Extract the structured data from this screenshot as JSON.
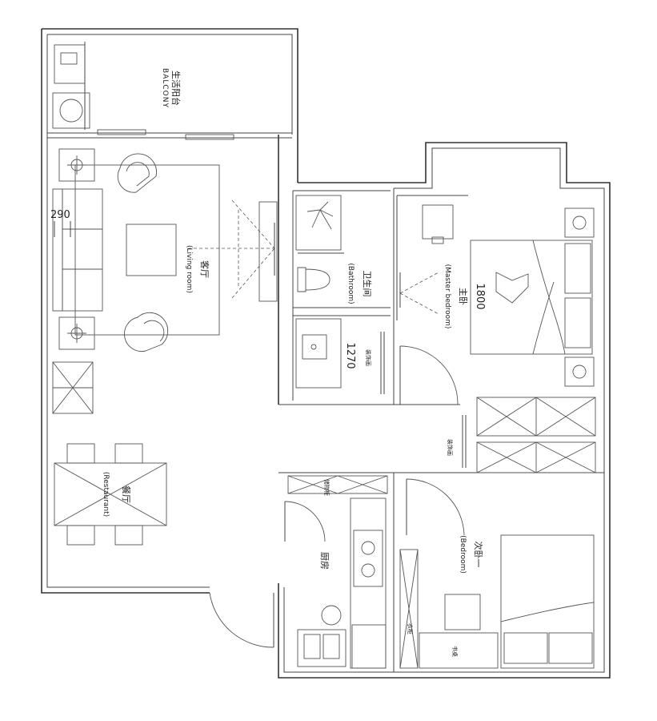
{
  "rooms": {
    "balcony": {
      "name": "生活阳台",
      "name_en": "BALCONY"
    },
    "living": {
      "name": "客厅",
      "name_en": "(Living room)"
    },
    "bathroom": {
      "name": "卫生间",
      "name_en": "(Bathroom)"
    },
    "master": {
      "name": "主卧",
      "name_en": "(Master bedroom)"
    },
    "restaurant": {
      "name": "餐厅",
      "name_en": "(Restaurant)"
    },
    "kitchen": {
      "name": "厨房"
    },
    "bedroom": {
      "name": "次卧一",
      "name_en": "(Bedroom)"
    }
  },
  "dimensions": {
    "living_left": "290",
    "master_bed": "1800",
    "bath_vanity": "1270"
  },
  "notes": {
    "bath_deco": "装饰画",
    "hall_deco": "装饰画",
    "cabinet": "储物柜",
    "wardrobe": "衣柜",
    "desk": "书桌"
  }
}
